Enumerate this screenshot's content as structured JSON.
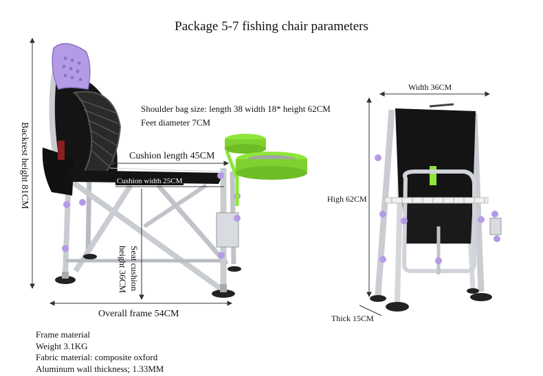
{
  "title": "Package 5-7 fishing chair parameters",
  "colors": {
    "accent_green": "#8ee63a",
    "backrest_purple": "#b59ae6",
    "frame_silver": "#c9cdd2",
    "fabric_black": "#141414"
  },
  "left_view": {
    "backrest_height": "Backrest height 81CM",
    "shoulder_bag": "Shoulder bag size: length 38 width 18* height 62CM",
    "feet_diameter": "Feet diameter 7CM",
    "cushion_length": "Cushion length 45CM",
    "cushion_width": "Cushion width 25CM",
    "seat_cushion_line1": "Seat cushion",
    "seat_cushion_line2": "height 36CM",
    "overall_frame": "Overall frame 54CM"
  },
  "right_view": {
    "width": "Width 36CM",
    "high": "High 62CM",
    "thick": "Thick 15CM"
  },
  "specs": [
    "Frame material",
    "Weight 3.1KG",
    "Fabric material: composite oxford",
    "Aluminum wall thickness; 1.33MM"
  ]
}
